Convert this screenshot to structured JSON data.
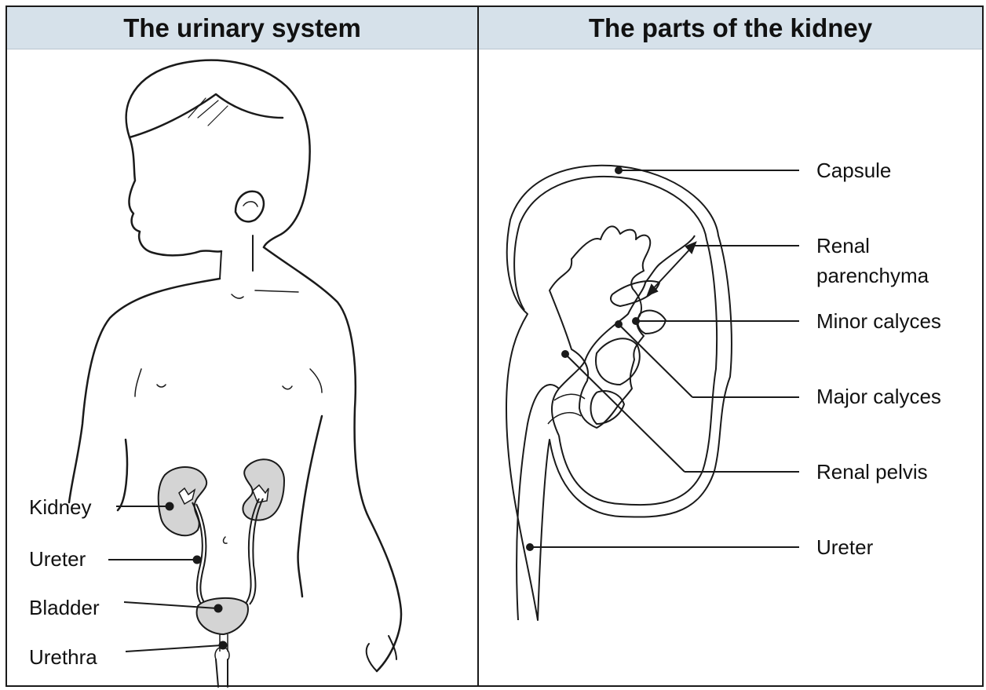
{
  "panels": {
    "left": {
      "title": "The urinary system",
      "labels": {
        "kidney": "Kidney",
        "ureter": "Ureter",
        "bladder": "Bladder",
        "urethra": "Urethra"
      }
    },
    "right": {
      "title": "The parts of the kidney",
      "labels": {
        "capsule": "Capsule",
        "renal_parenchyma_line1": "Renal",
        "renal_parenchyma_line2": "parenchyma",
        "minor_calyces": "Minor calyces",
        "major_calyces": "Major calyces",
        "renal_pelvis": "Renal pelvis",
        "ureter": "Ureter"
      }
    }
  },
  "colors": {
    "header_bg": "#d6e1ea",
    "organ_fill": "#d4d4d4",
    "line": "#1a1a1a"
  }
}
